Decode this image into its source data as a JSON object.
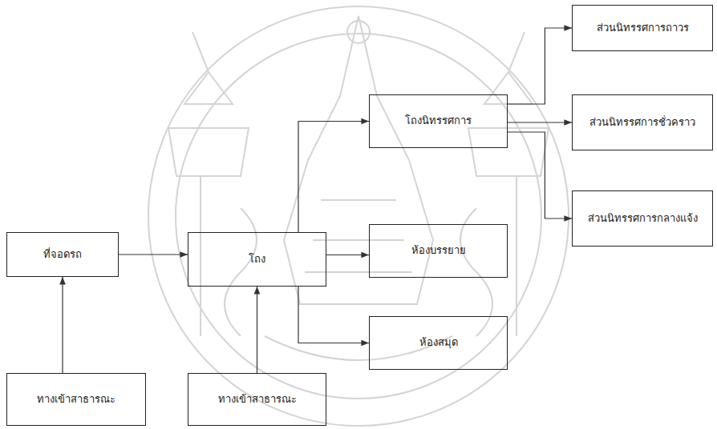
{
  "diagram": {
    "nodes": [
      {
        "text": [
          "ที่จอดรถ"
        ]
      },
      {
        "text": [
          "ทางเข้าสาธารณะ"
        ]
      },
      {
        "text": [
          "โถง"
        ]
      },
      {
        "text": [
          "ทางเข้าสาธารณะ"
        ]
      },
      {
        "text": [
          "โถงนิทรรศการ"
        ]
      },
      {
        "text": [
          "ห้องบรรยาย"
        ]
      },
      {
        "text": [
          "ห้องสมุด"
        ]
      },
      {
        "text": [
          "ส่วนนิทรรศการถาวร"
        ]
      },
      {
        "text": [
          "ส่วนนิทรรศการชั่วคราว"
        ]
      },
      {
        "text": [
          "ส่วนนิทรรศการกลางแจ้ง"
        ]
      }
    ],
    "edges": [
      {
        "from": 1,
        "to": 0,
        "arrow": "to"
      },
      {
        "from": 0,
        "to": 2,
        "arrow": "to"
      },
      {
        "from": 3,
        "to": 2,
        "arrow": "to"
      },
      {
        "from": 2,
        "to": 4,
        "arrow": "to"
      },
      {
        "from": 2,
        "to": 5,
        "arrow": "to"
      },
      {
        "from": 2,
        "to": 6,
        "arrow": "to"
      },
      {
        "from": 4,
        "to": 7,
        "arrow": "to"
      },
      {
        "from": 4,
        "to": 8,
        "arrow": "to"
      },
      {
        "from": 4,
        "to": 9,
        "arrow": "to"
      }
    ]
  }
}
